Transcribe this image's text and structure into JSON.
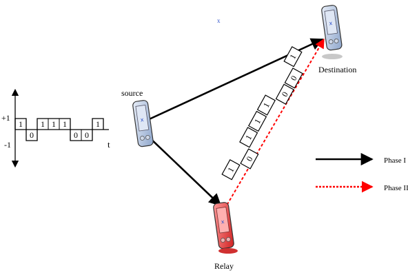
{
  "labels": {
    "source": "source",
    "destination": "Destination",
    "relay": "Relay",
    "stray_x": "x",
    "plus_one": "+1",
    "minus_one": "-1",
    "t_axis": "t"
  },
  "legend": {
    "phase1": "Phase I",
    "phase2": "Phase II"
  },
  "waveform_bits": [
    "1",
    "0",
    "1",
    "1",
    "1",
    "0",
    "0",
    "1"
  ],
  "relay_bits": [
    "1",
    "0",
    "1",
    "1",
    "1",
    "0",
    "0",
    "1"
  ],
  "colors": {
    "phase1_line": "#000000",
    "phase2_line": "#ff0000",
    "device_blue": "#9fb4d6",
    "device_red": "#e53030",
    "device_outline": "#333333"
  },
  "icons": {
    "source_device": "pda-icon",
    "destination_device": "pda-icon",
    "relay_device": "pda-icon"
  }
}
